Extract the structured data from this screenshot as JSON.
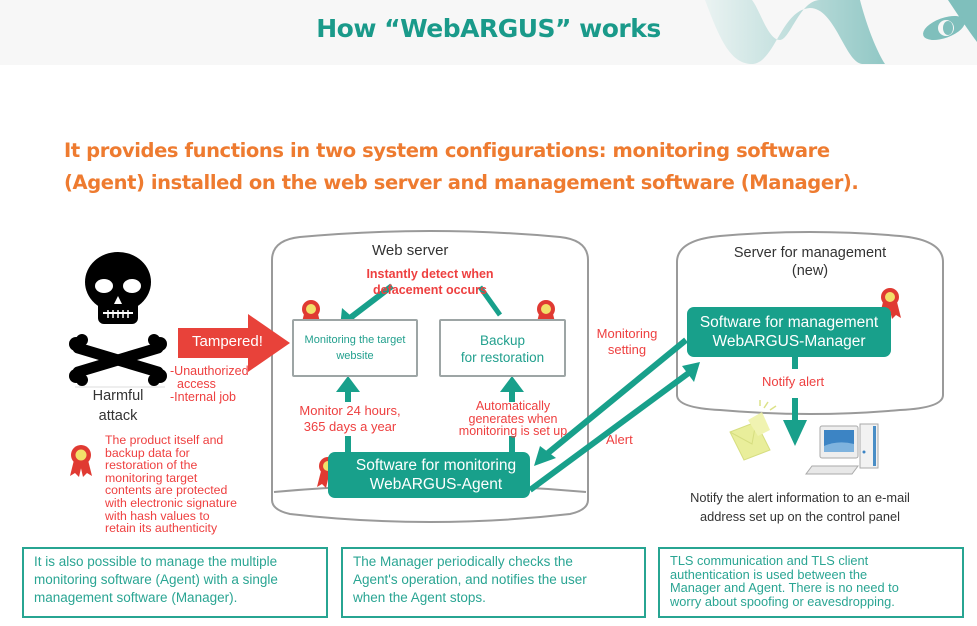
{
  "header": {
    "title": "How “WebARGUS” works",
    "logo": "webargus-wave-eye-logo"
  },
  "subtitle": {
    "line1": "It provides functions in two system configurations: monitoring software",
    "line2": "(Agent) installed on the web server and management software (Manager)."
  },
  "attack": {
    "icon": "skull-crossbones-icon",
    "label_line1": "Harmful",
    "label_line2": "attack",
    "arrow_label": "Tampered!",
    "causes": [
      "-Unauthorized",
      "access",
      "-Internal job"
    ]
  },
  "protection_note": {
    "icon": "ribbon-badge-icon",
    "lines": [
      "The product itself and",
      "backup data for",
      "restoration of the",
      "monitoring target",
      "contents are protected",
      "with electronic signature",
      "with hash values to",
      "retain its authenticity"
    ]
  },
  "web_server": {
    "title": "Web server",
    "detect_line1": "Instantly detect when",
    "detect_line2": "defacement occurs",
    "monitor_box_line1": "Monitoring the target",
    "monitor_box_line2": "website",
    "backup_box_line1": "Backup",
    "backup_box_line2": "for restoration",
    "monitor_note_line1": "Monitor 24 hours,",
    "monitor_note_line2": "365 days a year",
    "auto_note_line1": "Automatically",
    "auto_note_line2": "generates when",
    "auto_note_line3": "monitoring is set up",
    "agent_line1": "Software for monitoring",
    "agent_line2": "WebARGUS-Agent"
  },
  "links": {
    "monitoring_setting_line1": "Monitoring",
    "monitoring_setting_line2": "setting",
    "alert": "Alert"
  },
  "management_server": {
    "title_line1": "Server for management",
    "title_line2": "(new)",
    "manager_line1": "Software for management",
    "manager_line2": "WebARGUS-Manager",
    "notify": "Notify alert",
    "email_icon": "email-alert-icon",
    "pc_icon": "desktop-computer-icon",
    "notify_desc_line1": "Notify the alert information to an e-mail",
    "notify_desc_line2": "address set up on the control panel"
  },
  "notes": [
    {
      "lines": [
        "It is also possible to manage the multiple",
        "monitoring software (Agent) with a single",
        "management software (Manager)."
      ]
    },
    {
      "lines": [
        "The Manager periodically checks the",
        "Agent's operation, and notifies the user",
        "when the Agent stops."
      ]
    },
    {
      "lines": [
        "TLS communication and TLS client",
        "authentication is used between the",
        "Manager and Agent. There is no need to",
        "worry about spoofing or eavesdropping."
      ]
    }
  ],
  "colors": {
    "teal": "#18a08b",
    "title_teal": "#1a9a8a",
    "orange": "#ee7b30",
    "red": "#ee4040",
    "arrow_red": "#e8423a"
  }
}
